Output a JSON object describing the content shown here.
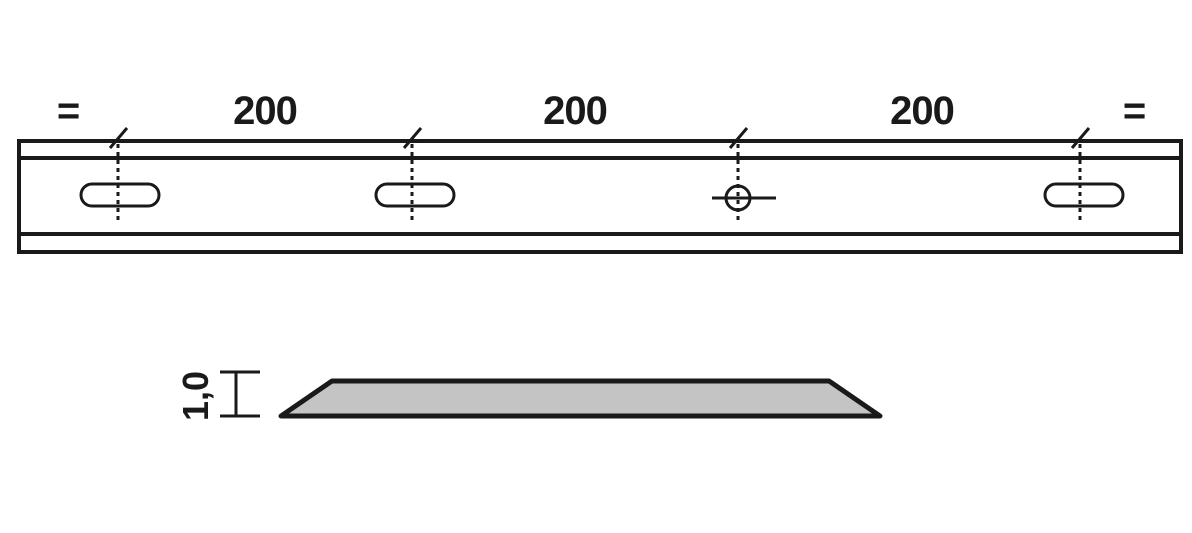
{
  "plan_view": {
    "dimensions": {
      "left_edge": "=",
      "spacing_1": "200",
      "spacing_2": "200",
      "spacing_3": "200",
      "right_edge": "="
    },
    "holes": [
      {
        "type": "slot",
        "icon": "slot-hole-icon"
      },
      {
        "type": "slot",
        "icon": "slot-hole-icon"
      },
      {
        "type": "round",
        "icon": "round-hole-icon"
      },
      {
        "type": "slot",
        "icon": "slot-hole-icon"
      }
    ]
  },
  "section_view": {
    "thickness_label": "1,0",
    "fill_color": "#c4c4c4"
  },
  "colors": {
    "line": "#1a1a1a",
    "background": "#ffffff"
  }
}
